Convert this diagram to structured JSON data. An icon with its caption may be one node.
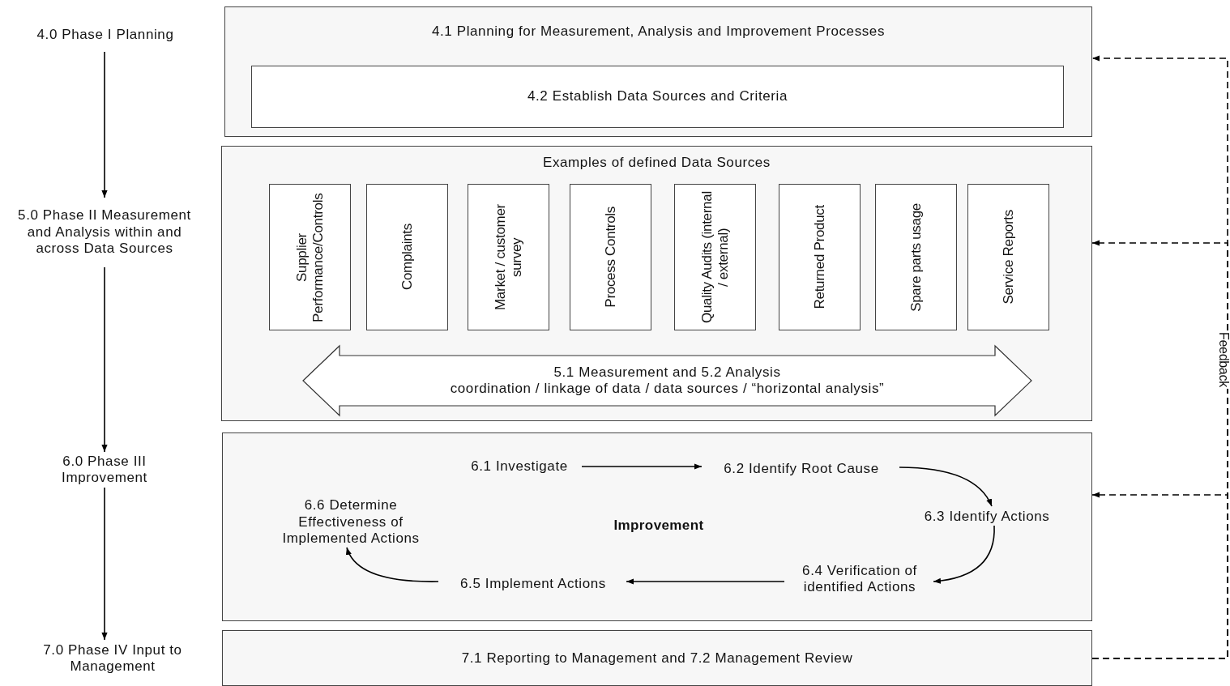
{
  "diagram": {
    "nodes": [
      {
        "text": [
          "4.0 Phase I Planning"
        ]
      },
      {
        "text": [
          "5.0 Phase II Measurement and Analysis within and across Data Sources"
        ]
      },
      {
        "text": [
          "6.0 Phase III Improvement"
        ]
      },
      {
        "text": [
          "7.0 Phase IV Input to Management"
        ]
      },
      {
        "text": [
          "4.1 Planning for Measurement, Analysis and Improvement Processes"
        ]
      },
      {
        "text": [
          "4.2 Establish Data Sources and Criteria"
        ],
        "in": 4
      },
      {
        "text": [
          "Examples of defined Data Sources"
        ]
      },
      {
        "text": [
          "Supplier Performance/Controls"
        ],
        "in": 6
      },
      {
        "text": [
          "Complaints"
        ],
        "in": 6
      },
      {
        "text": [
          "Market / customer survey"
        ],
        "in": 6
      },
      {
        "text": [
          "Process Controls"
        ],
        "in": 6
      },
      {
        "text": [
          "Quality Audits (internal / external)"
        ],
        "in": 6
      },
      {
        "text": [
          "Returned Product"
        ],
        "in": 6
      },
      {
        "text": [
          "Spare parts usage"
        ],
        "in": 6
      },
      {
        "text": [
          "Service Reports"
        ],
        "in": 6
      },
      {
        "text": [
          "5.1 Measurement and  5.2 Analysis",
          "coordination / linkage of data / data sources / “horizontal analysis”"
        ],
        "in": 6
      },
      {
        "text": [
          "Improvement"
        ]
      },
      {
        "text": [
          "6.1 Investigate"
        ],
        "in": 16
      },
      {
        "text": [
          "6.2 Identify Root Cause"
        ],
        "in": 16
      },
      {
        "text": [
          "6.3 Identify Actions"
        ],
        "in": 16
      },
      {
        "text": [
          "6.4 Verification of identified Actions"
        ],
        "in": 16
      },
      {
        "text": [
          "6.5 Implement Actions"
        ],
        "in": 16
      },
      {
        "text": [
          "6.6 Determine Effectiveness of Implemented Actions"
        ],
        "in": 16
      },
      {
        "text": [
          "7.1 Reporting to Management and 7.2 Management Review"
        ]
      }
    ],
    "edges": [
      {
        "from": 0,
        "to": 1,
        "arrow": "to"
      },
      {
        "from": 1,
        "to": 2,
        "arrow": "to"
      },
      {
        "from": 2,
        "to": 3,
        "arrow": "to"
      },
      {
        "from": 17,
        "to": 18,
        "arrow": "to"
      },
      {
        "from": 18,
        "to": 19,
        "arrow": "to"
      },
      {
        "from": 19,
        "to": 20,
        "arrow": "to"
      },
      {
        "from": 20,
        "to": 21,
        "arrow": "to"
      },
      {
        "from": 21,
        "to": 22,
        "arrow": "to"
      },
      {
        "from": 23,
        "to": 4,
        "arrow": "to",
        "style": "dashed",
        "label": "Feedback"
      },
      {
        "from": 23,
        "to": 6,
        "arrow": "to",
        "style": "dashed"
      },
      {
        "from": 23,
        "to": 16,
        "arrow": "to",
        "style": "dashed"
      }
    ]
  }
}
